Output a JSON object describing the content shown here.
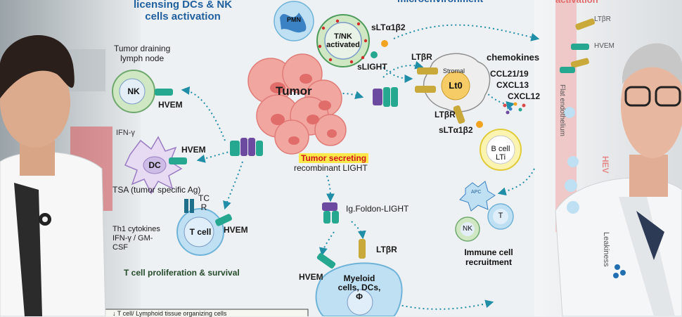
{
  "header": {
    "left_title_line1": "licensing DCs & NK",
    "left_title_line2": "cells activation",
    "center_title": "microenvironment",
    "right_title": "activation"
  },
  "labels": {
    "tumor_draining_line1": "Tumor draining",
    "tumor_draining_line2": "lymph node",
    "nk": "NK",
    "hvem_nk": "HVEM",
    "ifn_gamma": "IFN-γ",
    "dc": "DC",
    "hvem_dc": "HVEM",
    "tsa": "TSA (tumor specific Ag)",
    "tcr_line1": "TC",
    "tcr_line2": "R",
    "t_cell": "T cell",
    "hvem_tcell": "HVEM",
    "th1_line1": "Th1 cytokines",
    "th1_line2": "IFN-γ / GM-",
    "th1_line3": "CSF",
    "t_prolif": "T cell proliferation & survival",
    "pmn": "PMN",
    "tnk_line1": "T/NK",
    "tnk_line2": "activated",
    "slta_top": "sLTα1β2",
    "slight": "sLIGHT",
    "tumor": "Tumor",
    "tumor_secreting": "Tumor secreting",
    "recombinant_light": "recombinant LIGHT",
    "ltbr_top": "LTβR",
    "stromal": "Stromal",
    "lt0": "Lt0",
    "chemokines": "chemokines",
    "ccl21": "CCL21/19",
    "cxcl13": "CXCL13",
    "cxcl12": "CXCL12",
    "ltbr_bottom": "LTβR",
    "slta_bottom": "sLTα1β2",
    "ig_foldon": "Ig.Foldon-LIGHT",
    "ltbr_myeloid": "LTβR",
    "hvem_myeloid": "HVEM",
    "myeloid_line1": "Myeloid",
    "myeloid_line2": "cells, DCs,",
    "myeloid_line3": "Φ",
    "b_cell_line1": "B cell",
    "b_cell_line2": "LTi",
    "apc": "APC",
    "t_small": "T",
    "nk_small": "NK",
    "immune_recruit_line1": "Immune cell",
    "immune_recruit_line2": "recruitment",
    "ltbr_right": "LTβR",
    "hvem_right": "HVEM",
    "flat_endothelium": "Flat endothelium",
    "hev": "HEV",
    "leakiness": "Leakiness",
    "bottom_box": "↓ T cell/ Lymphoid tissue organizing cells"
  },
  "colors": {
    "tumor_fill": "#f2a6a0",
    "tumor_nucleus": "#e06d6a",
    "cell_green": "#d4ecc4",
    "cell_blue": "#bfe0f2",
    "receptor_purple": "#6b4aa0",
    "receptor_teal": "#25a88f",
    "arrow_teal": "#1f8ea6",
    "title_blue": "#1f5f9e"
  }
}
